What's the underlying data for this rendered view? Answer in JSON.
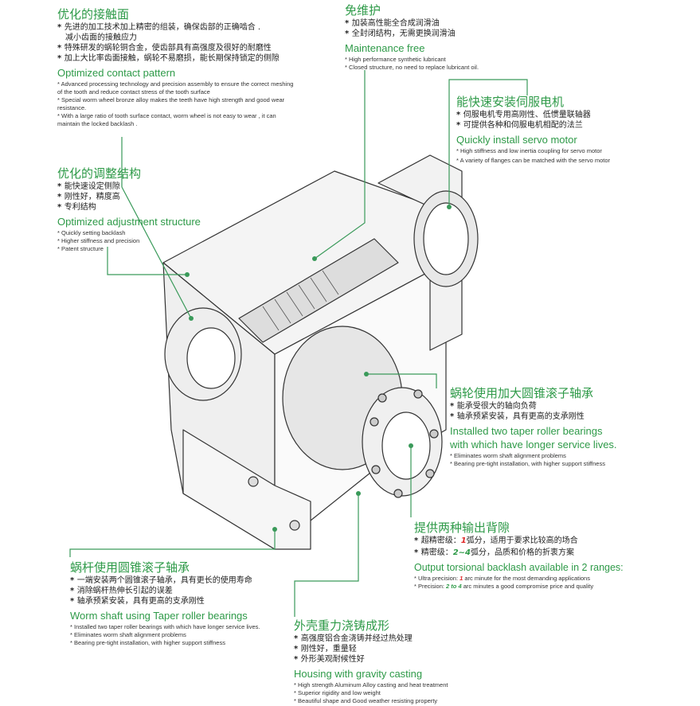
{
  "colors": {
    "accent": "#2e9a48",
    "highlight_red": "#e02828",
    "line": "#3a9a5a"
  },
  "blocks": {
    "contact": {
      "zh_title": "优化的接触面",
      "zh_bullets": [
        "先进的加工技术加上精密的组装，确保齿部的正确啮合 .",
        "特殊研发的蜗轮铜合金，使齿部具有高强度及很好的耐磨性",
        "加上大比率齿面接触，蜗轮不易磨损，能长期保持锁定的侧隙"
      ],
      "zh_cont": "减小齿面的接触应力",
      "en_title": "Optimized contact pattern",
      "en_bullets": [
        "Advanced processing technology and precision assembly to ensure the correct meshing of the tooth and reduce  contact stress of the tooth surface",
        "Special worm wheel bronze alloy makes the teeth have high strength and good wear resistance.",
        "With a large ratio of tooth surface contact, worm wheel is not easy to wear , it can maintain the locked backlash ."
      ]
    },
    "maintenance": {
      "zh_title": "免维护",
      "zh_bullets": [
        "加装高性能全合成润滑油",
        "全封闭结构，无需更换润滑油"
      ],
      "en_title": "Maintenance free",
      "en_bullets": [
        "High performance synthetic lubricant",
        "Closed structure, no need to replace lubricant oil."
      ]
    },
    "servo": {
      "zh_title": "能快速安装伺服电机",
      "zh_bullets": [
        "伺服电机专用高刚性、低惯量联轴器",
        "可提供各种和伺服电机相配的法兰"
      ],
      "en_title": "Quickly install servo motor",
      "en_bullets": [
        "High stiffness and low inertia coupling for servo motor",
        "A variety of flanges can be matched with the servo motor"
      ]
    },
    "adjust": {
      "zh_title": "优化的调整结构",
      "zh_bullets": [
        "能快速设定侧隙",
        "刚性好，精度高",
        "专利结构"
      ],
      "en_title": "Optimized adjustment structure",
      "en_bullets": [
        "Quickly setting backlash",
        "Higher stiffness and precision",
        "Patent structure"
      ]
    },
    "wheel_bearing": {
      "zh_title": "蜗轮使用加大圆锥滚子轴承",
      "zh_bullets": [
        "能承受很大的轴向负荷",
        "轴承预紧安装，具有更高的支承刚性"
      ],
      "en_title_1": "Installed two taper roller bearings",
      "en_title_2": "with which have longer service lives.",
      "en_bullets": [
        "Eliminates worm shaft alignment problems",
        "Bearing pre-tight installation, with higher support stiffness"
      ]
    },
    "backlash": {
      "zh_title": "提供两种输出背隙",
      "zh_b1": {
        "pre": "超精密级：",
        "val": "1",
        "post": "弧分，适用于要求比较高的场合"
      },
      "zh_b2": {
        "pre": "精密级：",
        "val": "2~4",
        "post": "弧分，品质和价格的折衷方案"
      },
      "en_title": "Output torsional backlash available in 2 ranges:",
      "en_b1": {
        "pre": "Ultra precision: ",
        "val": "1",
        "post": " arc minute for the most demanding applications"
      },
      "en_b2": {
        "pre": "Precision: ",
        "val": "2 to 4",
        "post": " arc minutes a good compromise price and quality"
      }
    },
    "worm_bearing": {
      "zh_title": "蜗杆使用圆锥滚子轴承",
      "zh_bullets": [
        "一端安装两个圆锥滚子轴承，具有更长的使用寿命",
        "消除蜗杆热伸长引起的误差",
        "轴承预紧安装，具有更高的支承刚性"
      ],
      "en_title": "Worm shaft using Taper roller bearings",
      "en_bullets": [
        "Installed two taper roller bearings with which have longer service lives.",
        "Eliminates worm shaft alignment problems",
        "Bearing pre-tight installation, with higher support stiffness"
      ]
    },
    "housing": {
      "zh_title": "外壳重力浇铸成形",
      "zh_bullets": [
        "高强度铝合金浇铸并经过热处理",
        "刚性好，重量轻",
        "外形美观耐候性好"
      ],
      "en_title": "Housing with gravity casting",
      "en_bullets": [
        "High strength Aluminum Alloy casting and heat treatment",
        "Superior rigidity and low weight",
        "Beautiful shape and Good weather resisting property"
      ]
    }
  }
}
